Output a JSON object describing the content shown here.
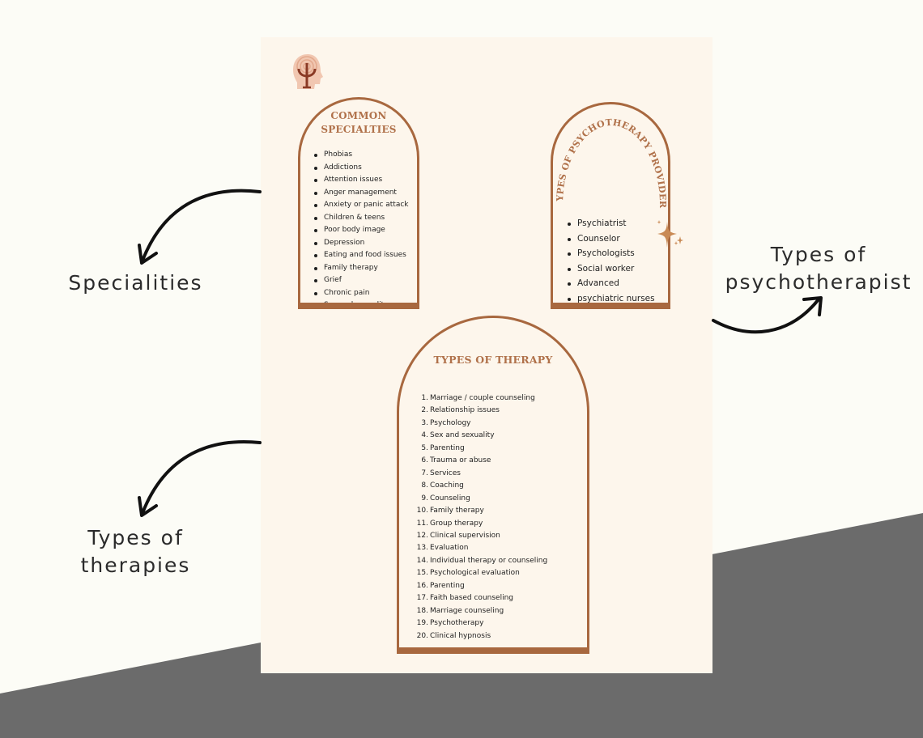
{
  "specialties": {
    "title_line1": "COMMON",
    "title_line2": "SPECIALTIES",
    "items": [
      "Phobias",
      "Addictions",
      "Attention issues",
      "Anger management",
      "Anxiety or panic attack",
      "Children & teens",
      "Poor body image",
      "Depression",
      "Eating and food issues",
      "Family therapy",
      "Grief",
      "Chronic pain",
      "Sex and sexuality"
    ]
  },
  "providers": {
    "title": "TYPES OF PSYCHOTHERAPY PROVIDER",
    "items": [
      "Psychiatrist",
      "Counselor",
      "Psychologists",
      "Social worker",
      "Advanced",
      "psychiatric nurses"
    ]
  },
  "therapy": {
    "title": "TYPES OF THERAPY",
    "items": [
      {
        "n": "1.",
        "t": "Marriage / couple counseling"
      },
      {
        "n": "2.",
        "t": "Relationship issues"
      },
      {
        "n": "3.",
        "t": "Psychology"
      },
      {
        "n": "4.",
        "t": "Sex and sexuality"
      },
      {
        "n": "5.",
        "t": "Parenting"
      },
      {
        "n": "6.",
        "t": "Trauma or abuse"
      },
      {
        "n": "7.",
        "t": "Services"
      },
      {
        "n": "8.",
        "t": "Coaching"
      },
      {
        "n": "9.",
        "t": "Counseling"
      },
      {
        "n": "10.",
        "t": "Family therapy"
      },
      {
        "n": "11.",
        "t": "Group therapy"
      },
      {
        "n": "12.",
        "t": "Clinical supervision"
      },
      {
        "n": "13.",
        "t": "Evaluation"
      },
      {
        "n": "14.",
        "t": "Individual therapy or counseling"
      },
      {
        "n": "15.",
        "t": "Psychological evaluation"
      },
      {
        "n": "16.",
        "t": "Parenting"
      },
      {
        "n": "17.",
        "t": "Faith based counseling"
      },
      {
        "n": "18.",
        "t": "Marriage counseling"
      },
      {
        "n": "19.",
        "t": "Psychotherapy"
      },
      {
        "n": "20.",
        "t": "Clinical hypnosis"
      }
    ]
  },
  "callouts": {
    "specialities": "Specialities",
    "types_psychotherapist_line1": "Types of",
    "types_psychotherapist_line2": "psychotherapist",
    "types_therapies_line1": "Types of",
    "types_therapies_line2": "therapies"
  },
  "icons": {
    "logo": "psi-head-icon",
    "sparkle": "sparkle-icon",
    "arrows": "curved-arrow-icon"
  },
  "colors": {
    "accent": "#a8683f",
    "title": "#b0714a",
    "page": "#fdf6ec",
    "background": "#fcfcf6",
    "dark_band": "#6b6b6b"
  }
}
